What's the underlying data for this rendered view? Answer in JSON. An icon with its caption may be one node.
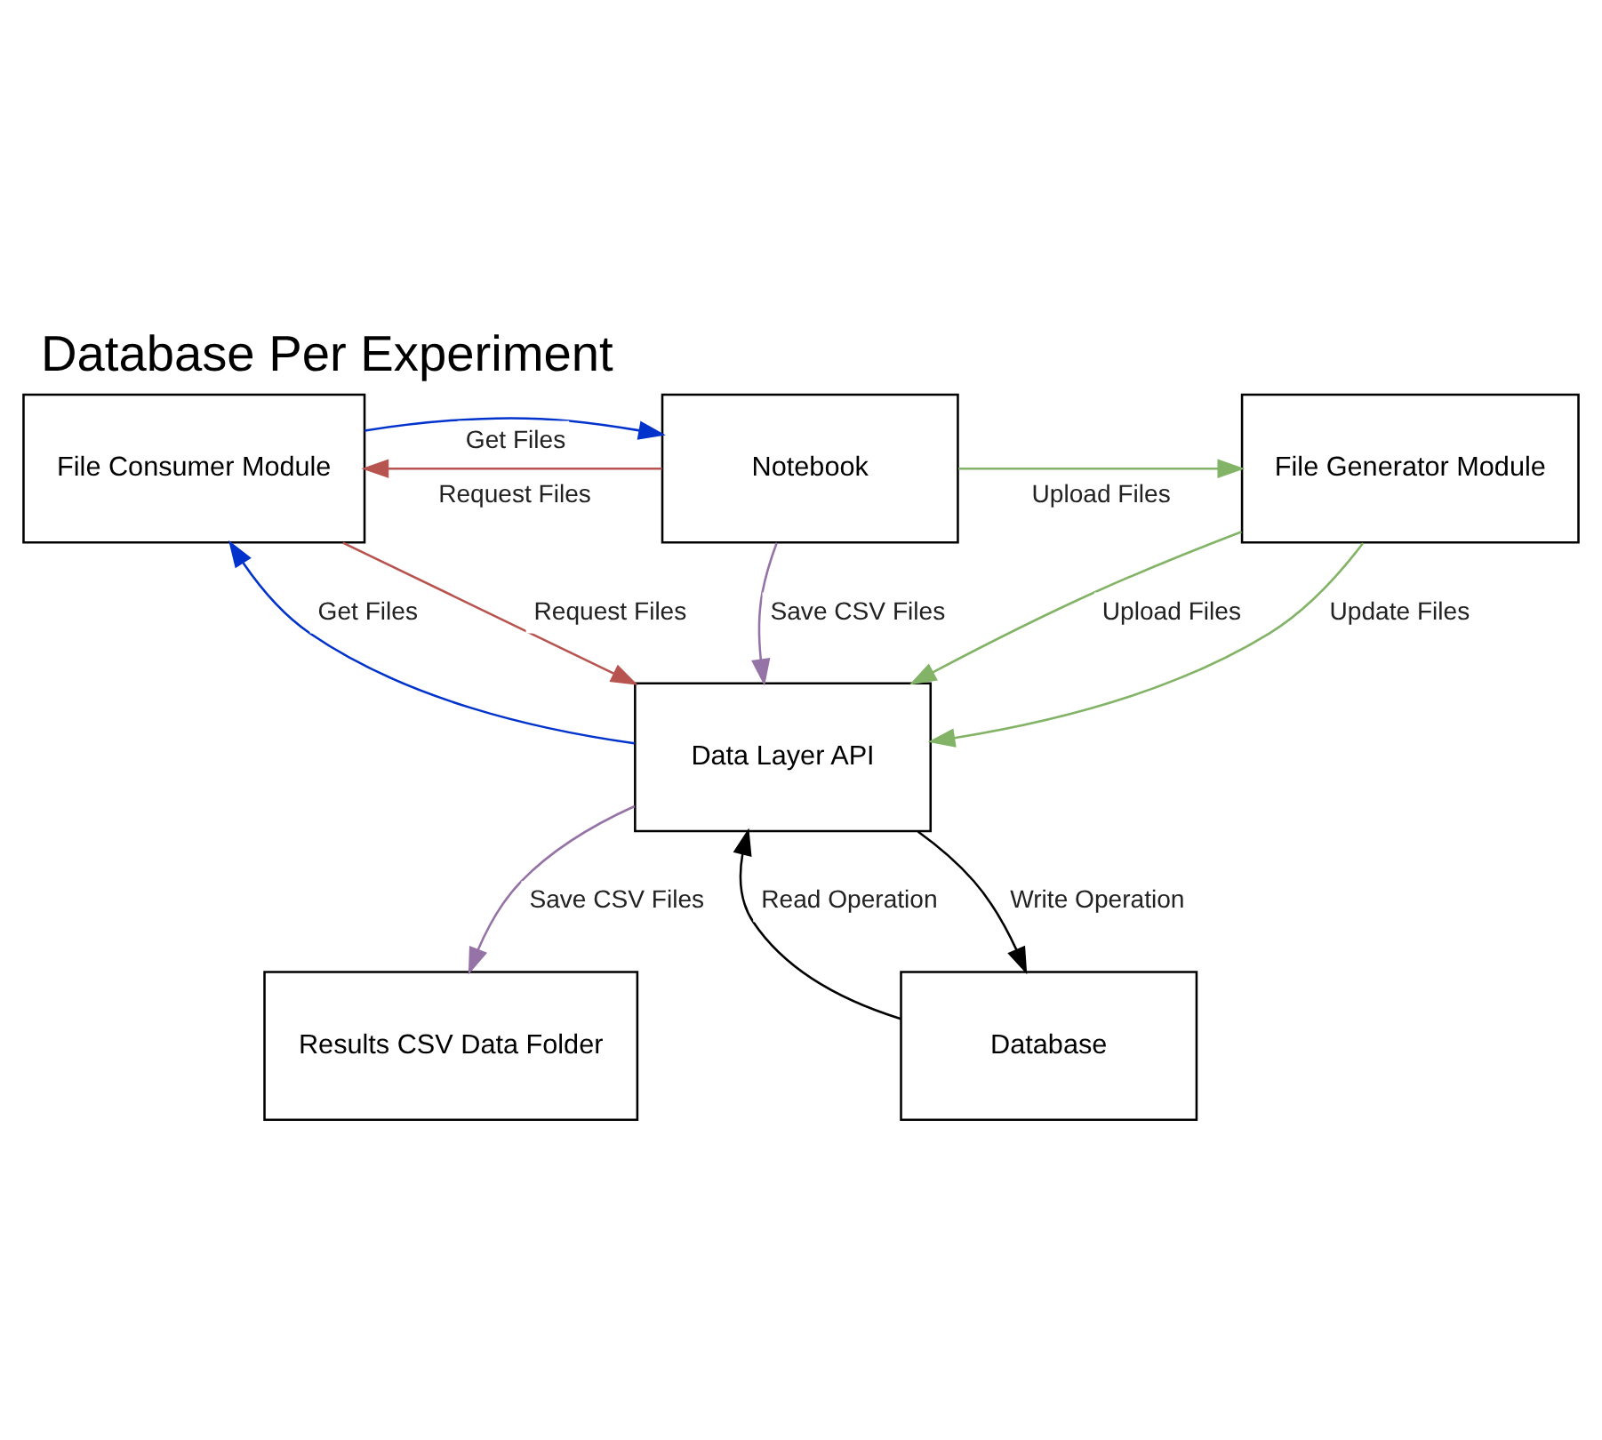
{
  "diagram": {
    "title": "Database Per Experiment",
    "nodes": [
      {
        "text": [
          "Results CSV Data Folder"
        ]
      },
      {
        "text": [
          "Database"
        ]
      },
      {
        "text": [
          "Data Layer API"
        ]
      },
      {
        "text": [
          "Notebook"
        ]
      },
      {
        "text": [
          "File Generator Module"
        ]
      },
      {
        "text": [
          "File Consumer Module"
        ]
      }
    ],
    "edges": [
      {
        "from": 2,
        "to": 0,
        "arrow": "to",
        "label": "Save CSV Files",
        "color": "#9673a6"
      },
      {
        "from": 2,
        "to": 1,
        "arrow": "to",
        "label": "Write Operation",
        "color": "#000000"
      },
      {
        "from": 1,
        "to": 2,
        "arrow": "to",
        "label": "Read Operation",
        "color": "#000000"
      },
      {
        "from": 3,
        "to": 2,
        "arrow": "to",
        "label": "Save CSV Files",
        "color": "#9673a6"
      },
      {
        "from": 4,
        "to": 2,
        "arrow": "to",
        "label": "Upload Files",
        "color": "#82b366"
      },
      {
        "from": 4,
        "to": 2,
        "arrow": "to",
        "label": "Update Files",
        "color": "#82b366"
      },
      {
        "from": 5,
        "to": 2,
        "arrow": "to",
        "label": "Request Files",
        "color": "#b85450"
      },
      {
        "from": 2,
        "to": 5,
        "arrow": "to",
        "label": "Get Files",
        "color": "#0033cc"
      },
      {
        "from": 3,
        "to": 4,
        "arrow": "to",
        "label": "Upload Files",
        "color": "#82b366"
      },
      {
        "from": 3,
        "to": 5,
        "arrow": "to",
        "label": "Request Files",
        "color": "#b85450"
      },
      {
        "from": 5,
        "to": 3,
        "arrow": "to",
        "label": "Get Files",
        "color": "#0033cc"
      }
    ]
  }
}
